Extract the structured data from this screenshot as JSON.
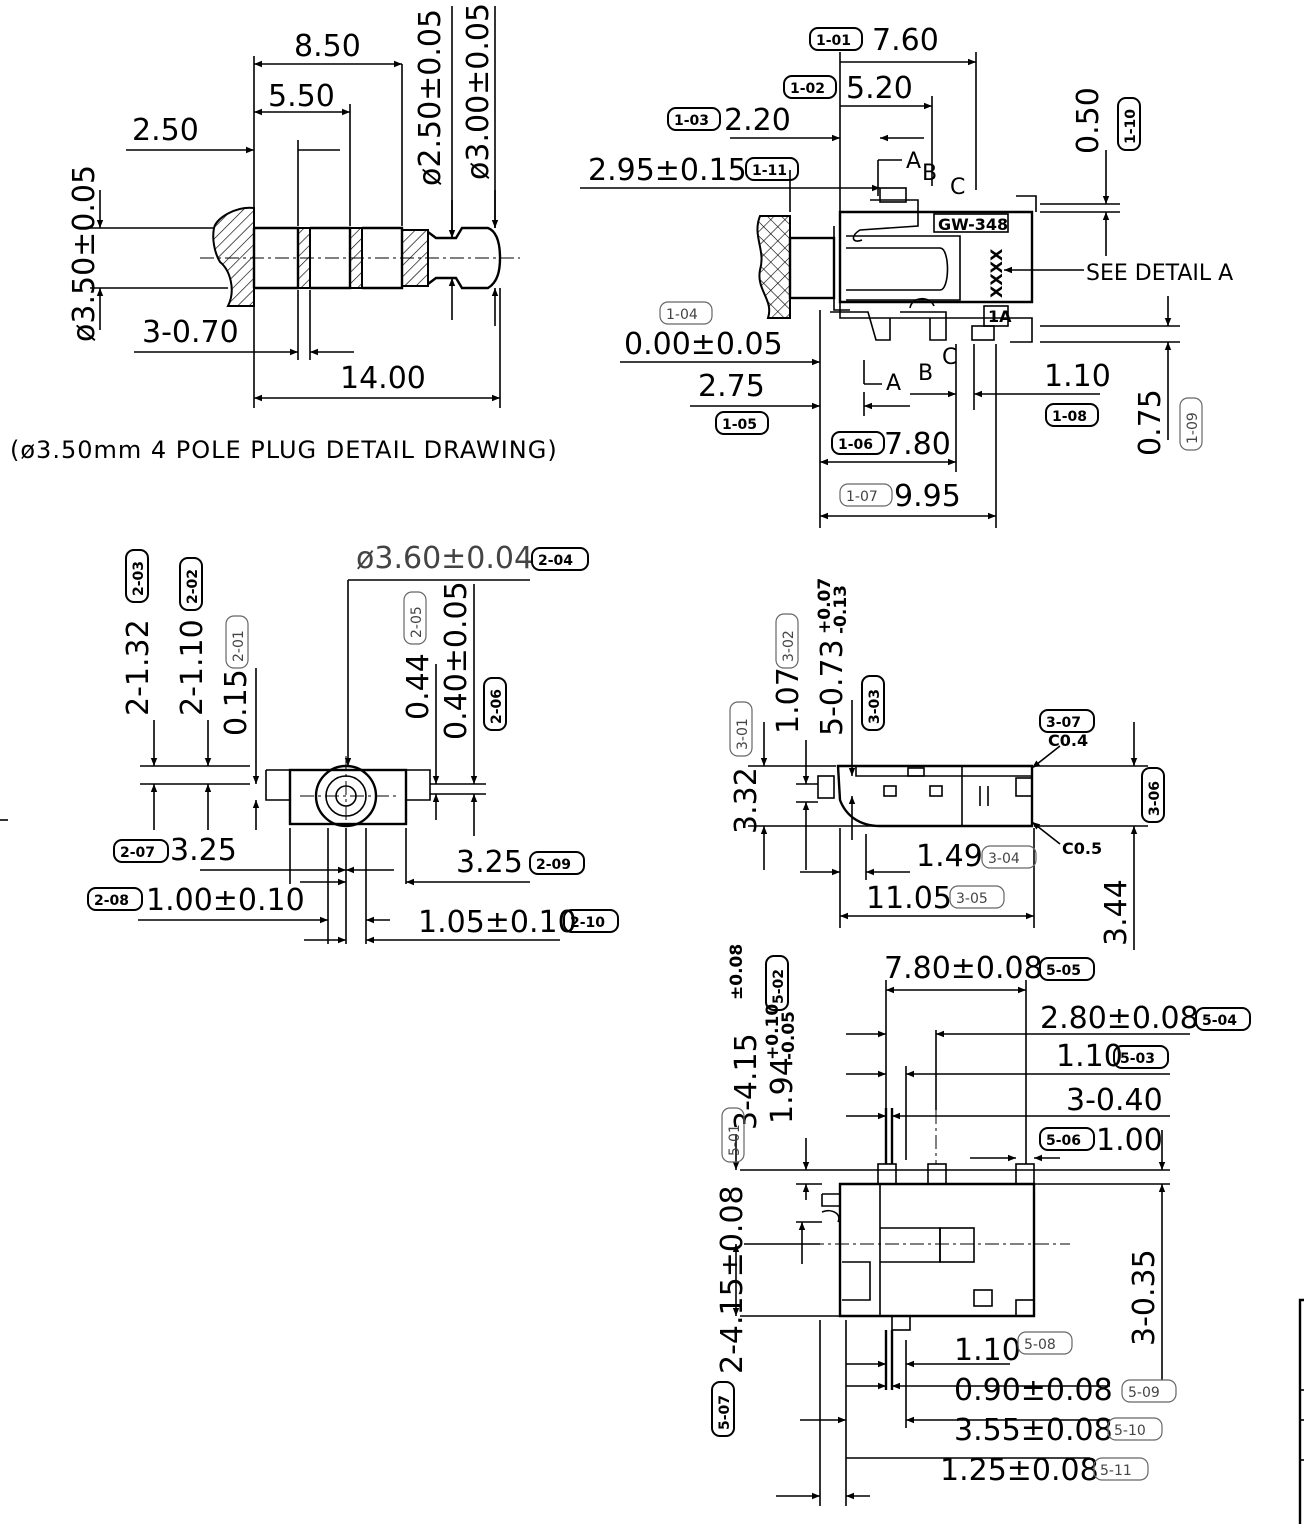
{
  "plug": {
    "caption": "(ø3.50mm 4 POLE PLUG DETAIL DRAWING)",
    "d_8_50": "8.50",
    "d_5_50": "5.50",
    "d_2_50": "2.50",
    "d_dia250": "ø2.50±0.05",
    "d_dia300": "ø3.00±0.05",
    "d_dia350": "ø3.50±0.05",
    "d_3_070": "3-0.70",
    "d_14_00": "14.00"
  },
  "top": {
    "d_1_01": "7.60",
    "t_1_01": "1-01",
    "d_1_02": "5.20",
    "t_1_02": "1-02",
    "d_1_03": "2.20",
    "t_1_03": "1-03",
    "d_1_11": "2.95±0.15",
    "t_1_11": "1-11",
    "d_1_10": "0.50",
    "t_1_10": "1-10",
    "t_1_04": "1-04",
    "d_1_04": "0.00±0.05",
    "d_1_05": "2.75",
    "t_1_05": "1-05",
    "d_1_08": "1.10",
    "t_1_08": "1-08",
    "d_1_09": "0.75",
    "t_1_09": "1-09",
    "d_1_06": "7.80",
    "t_1_06": "1-06",
    "d_1_07": "9.95",
    "t_1_07": "1-07",
    "see_detail": "SEE DETAIL A",
    "part_no": "GW-348",
    "mark_xxxx": "XXXX",
    "mark_1a": "1A",
    "sec_a": "A",
    "sec_b": "B",
    "sec_c": "C"
  },
  "front": {
    "d_2_03": "2-1.32",
    "t_2_03": "2-03",
    "d_2_02": "2-1.10",
    "t_2_02": "2-02",
    "d_2_01": "0.15",
    "t_2_01": "2-01",
    "d_2_04": "ø3.60±0.04",
    "t_2_04": "2-04",
    "d_2_05": "0.44",
    "t_2_05": "2-05",
    "d_2_06": "0.40±0.05",
    "t_2_06": "2-06",
    "d_2_07": "3.25",
    "t_2_07": "2-07",
    "d_2_09": "3.25",
    "t_2_09": "2-09",
    "d_2_08": "1.00±0.10",
    "t_2_08": "2-08",
    "d_2_10": "1.05±0.10",
    "t_2_10": "2-10"
  },
  "side": {
    "d_3_01": "3.32",
    "t_3_01": "3-01",
    "d_3_02": "1.07",
    "t_3_02": "3-02",
    "d_3_03": "5-0.73",
    "tol_plus": "+0.07",
    "tol_minus": "-0.13",
    "t_3_03": "3-03",
    "t_3_07": "3-07",
    "c04": "C0.4",
    "c05": "C0.5",
    "t_3_06": "3-06",
    "d_3_04": "1.49",
    "t_3_04": "3-04",
    "d_3_05": "11.05",
    "t_3_05": "3-05",
    "d_3_44": "3.44"
  },
  "bottom": {
    "d_5_05": "7.80±0.08",
    "t_5_05": "5-05",
    "d_5_04": "2.80±0.08",
    "t_5_04": "5-04",
    "d_5_03": "1.10",
    "t_5_03": "5-03",
    "d_3_040": "3-0.40",
    "d_5_06": "1.00",
    "t_5_06": "5-06",
    "d_5_01": "3-4.15",
    "tol_a": "±0.08",
    "t_5_01": "5-01",
    "d_5_02": "1.94",
    "tol_b_plus": "+0.10",
    "tol_b_minus": "-0.05",
    "t_5_02": "5-02",
    "d_5_07": "2-4.15±0.08",
    "t_5_07": "5-07",
    "d_3_035": "3-0.35",
    "d_5_08": "1.10",
    "t_5_08": "5-08",
    "d_5_09": "0.90±0.08",
    "t_5_09": "5-09",
    "d_5_10": "3.55±0.08",
    "t_5_10": "5-10",
    "d_5_11": "1.25±0.08",
    "t_5_11": "5-11"
  }
}
